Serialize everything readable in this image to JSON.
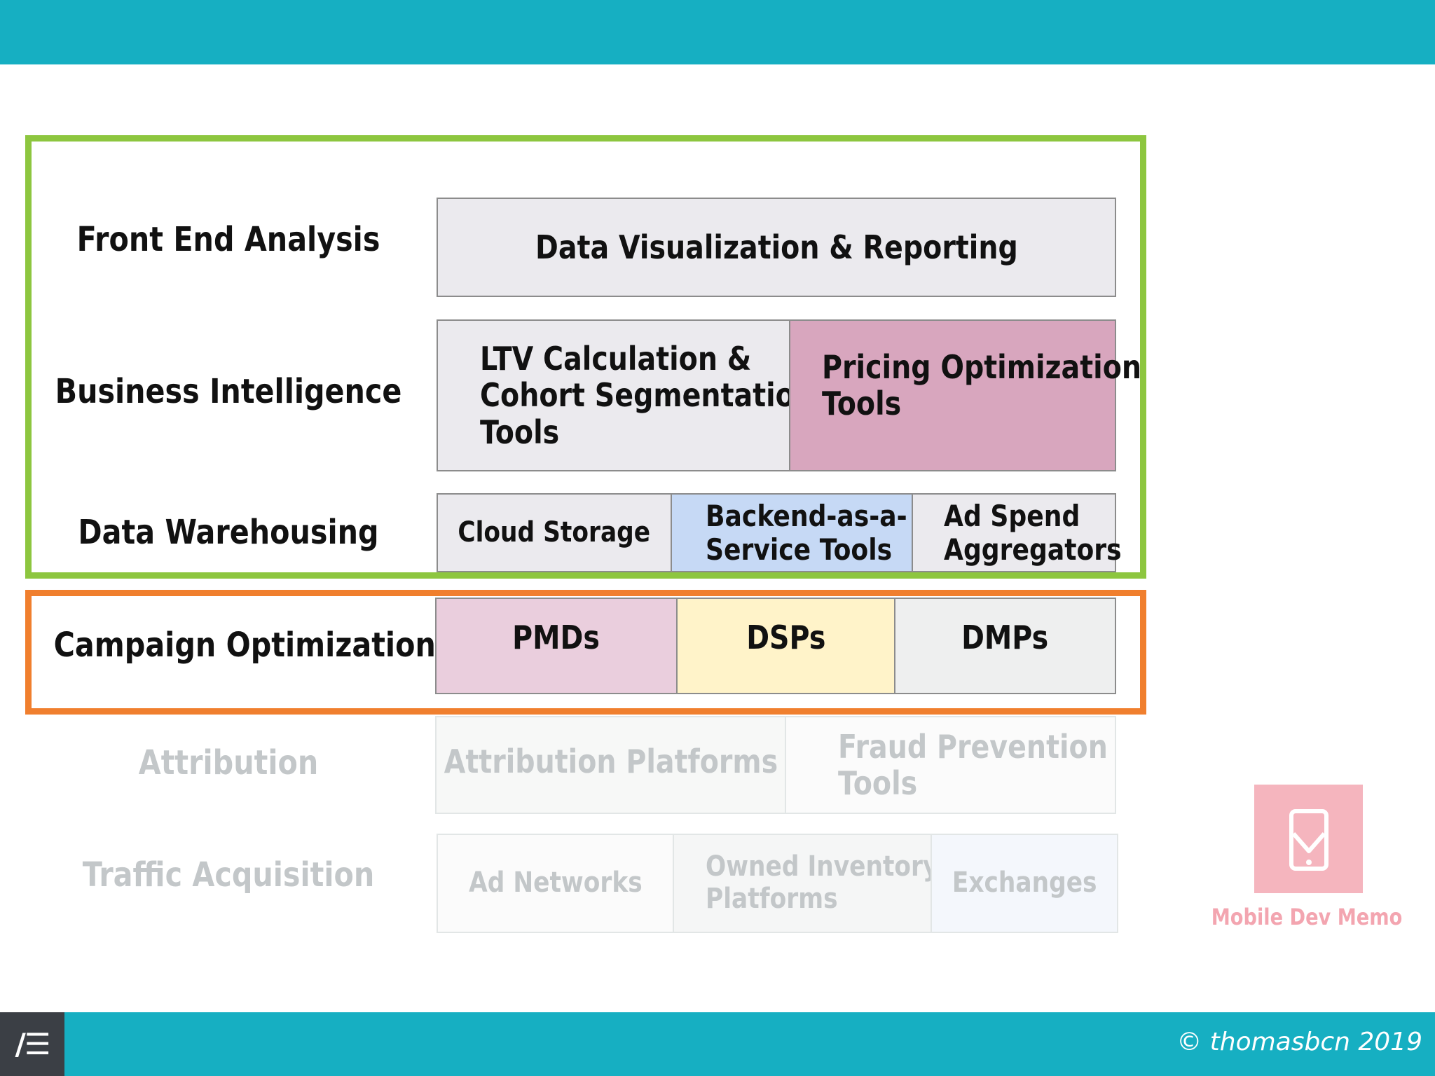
{
  "rows": {
    "front_end": {
      "label": "Front End Analysis",
      "boxes": [
        "Data Visualization & Reporting"
      ]
    },
    "business_intelligence": {
      "label": "Business Intelligence",
      "boxes": [
        [
          "LTV Calculation &",
          "Cohort Segmentation",
          "Tools"
        ],
        [
          "Pricing Optimization",
          "Tools"
        ]
      ]
    },
    "data_warehousing": {
      "label": "Data Warehousing",
      "boxes": [
        [
          "Cloud Storage"
        ],
        [
          "Backend-as-a-",
          "Service Tools"
        ],
        [
          "Ad Spend",
          "Aggregators"
        ]
      ]
    },
    "campaign_optimization": {
      "label": "Campaign Optimization",
      "boxes": [
        "PMDs",
        "DSPs",
        "DMPs"
      ]
    },
    "attribution": {
      "label": "Attribution",
      "boxes": [
        [
          "Attribution Platforms"
        ],
        [
          "Fraud Prevention",
          "Tools"
        ]
      ]
    },
    "traffic_acquisition": {
      "label": "Traffic Acquisition",
      "boxes": [
        [
          "Ad Networks"
        ],
        [
          "Owned Inventory",
          "Platforms"
        ],
        [
          "Exchanges"
        ]
      ]
    }
  },
  "highlights": {
    "green_frame_color": "#8DC63F",
    "orange_frame_color": "#F07F2E"
  },
  "colors": {
    "header_bar": "#16AFC2",
    "box_gray": "#EBEAEE",
    "pricing_pink": "#D8A6BE",
    "backend_blue": "#C6D9F5",
    "pmds_pink": "#EACEDD",
    "dsps_yellow": "#FFF3C9",
    "dmps_gray": "#EEEFEF"
  },
  "watermark": {
    "icon": "mobile-phone-icon",
    "text": "Mobile Dev Memo"
  },
  "footer": {
    "logo_text": "/☰",
    "copyright": "© thomasbcn 2019"
  }
}
